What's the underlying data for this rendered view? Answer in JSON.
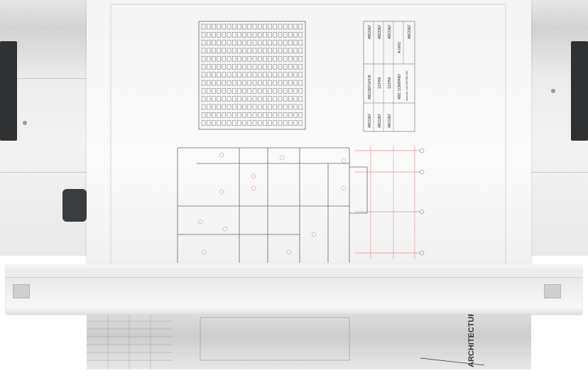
{
  "title_block": {
    "project_name": "ABCDEFGHIJK",
    "number_1": "123456",
    "number_2": "123456",
    "company": "ABC COMPANY",
    "contact": "www.abc.com  000-000-000",
    "sheet_id": "A-0001",
    "field_value": "ABCDEF"
  },
  "reflection_text": "ARCHITECTURE",
  "colors": {
    "dimension_lines": "#e06060",
    "printer_body": "#e6e6e6",
    "printer_dark": "#2f3133"
  }
}
